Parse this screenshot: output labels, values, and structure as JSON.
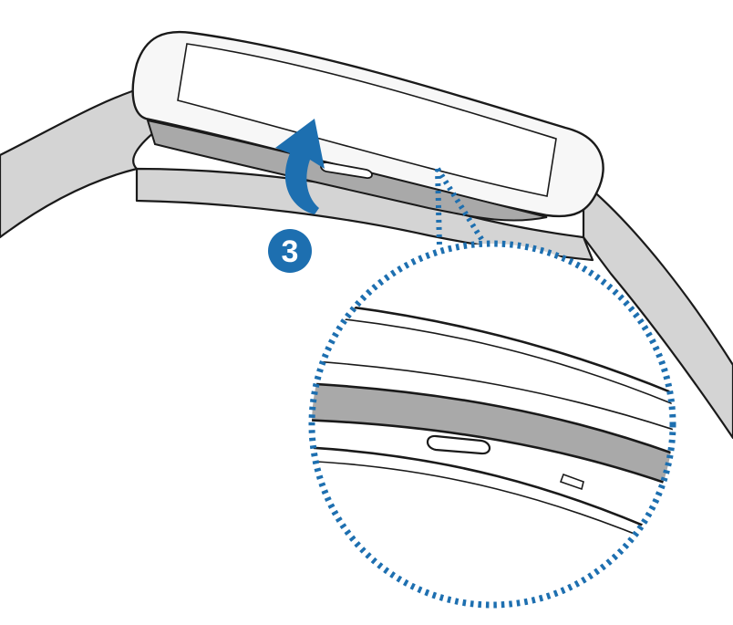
{
  "figure": {
    "step_badge": {
      "label": "3",
      "color": "#1d6fb0",
      "text_color": "#ffffff"
    },
    "arrow": {
      "icon": "curved-arrow-up-icon",
      "color": "#1d6fb0"
    },
    "callout": {
      "icon": "magnifier-callout",
      "stroke_color": "#1d6fb0",
      "style": "dotted"
    },
    "palette": {
      "outline": "#1a1a1a",
      "band_fill": "#d4d4d4",
      "device_fill": "#f7f7f7",
      "groove_fill": "#a9a9a9",
      "background": "#ffffff"
    }
  }
}
